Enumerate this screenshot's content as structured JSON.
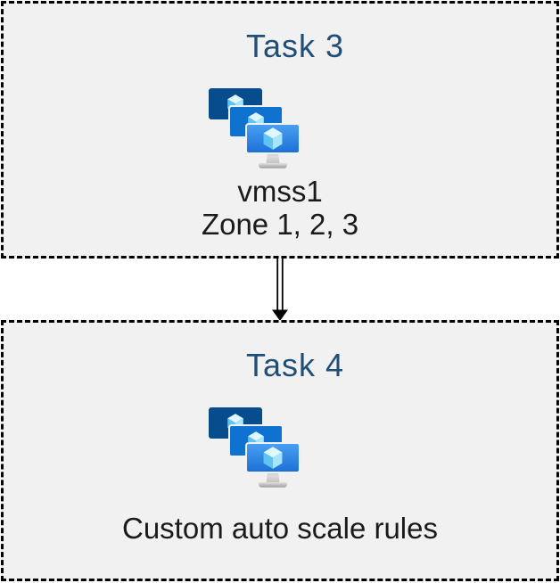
{
  "diagram": {
    "boxes": [
      {
        "title": "Task 3",
        "icon": "vm-scale-sets-icon",
        "lines": [
          "vmss1",
          "Zone 1, 2, 3"
        ]
      },
      {
        "title": "Task 4",
        "icon": "vm-scale-sets-icon",
        "lines": [
          "Custom auto scale rules"
        ]
      }
    ],
    "connector": {
      "type": "double-line-arrow",
      "direction": "down",
      "icon": "down-arrow-icon"
    },
    "colors": {
      "title_text": "#1F4E79",
      "body_text": "#1A1A1A",
      "box_background": "#F1F1F1",
      "box_border": "#000000",
      "page_background": "#FFFFFF",
      "monitor_back": "#074D8D",
      "monitor_middle": "#0F72D0",
      "monitor_front_top": "#4AA0F2",
      "monitor_front_bottom": "#1C6FD6",
      "cube_top": "#DFF7FE",
      "cube_left": "#5FC4EF",
      "cube_right": "#A5E6FB",
      "stand_gray": "#C9C9C9"
    }
  }
}
